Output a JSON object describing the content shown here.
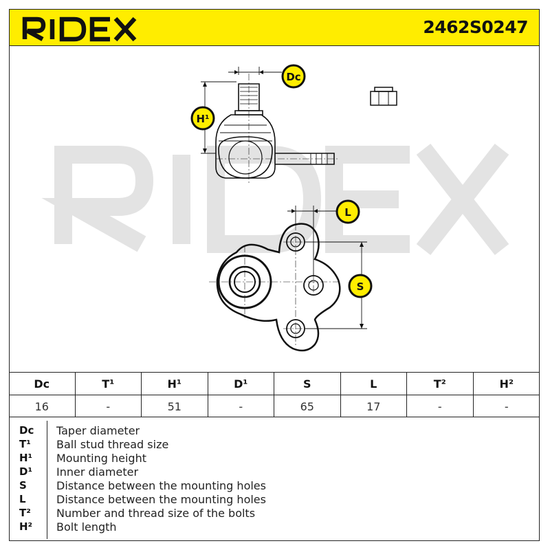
{
  "header": {
    "brand": "RIDEX",
    "part_number": "2462S0247"
  },
  "watermark": "RIDEX",
  "diagram": {
    "labels": {
      "dc": "Dc",
      "h1": "H¹",
      "l": "L",
      "s": "S"
    }
  },
  "table": {
    "headers": [
      "Dc",
      "T¹",
      "H¹",
      "D¹",
      "S",
      "L",
      "T²",
      "H²"
    ],
    "values": [
      "16",
      "-",
      "51",
      "-",
      "65",
      "17",
      "-",
      "-"
    ]
  },
  "legend": [
    {
      "key": "Dc",
      "text": "Taper diameter"
    },
    {
      "key": "T¹",
      "text": "Ball stud thread size"
    },
    {
      "key": "H¹",
      "text": "Mounting height"
    },
    {
      "key": "D¹",
      "text": "Inner diameter"
    },
    {
      "key": "S",
      "text": "Distance between the mounting holes"
    },
    {
      "key": "L",
      "text": "Distance between the mounting holes"
    },
    {
      "key": "T²",
      "text": "Number and thread size of the bolts"
    },
    {
      "key": "H²",
      "text": "Bolt length"
    }
  ],
  "colors": {
    "brand_yellow": "#ffed00",
    "watermark_gray": "#e3e3e3"
  }
}
